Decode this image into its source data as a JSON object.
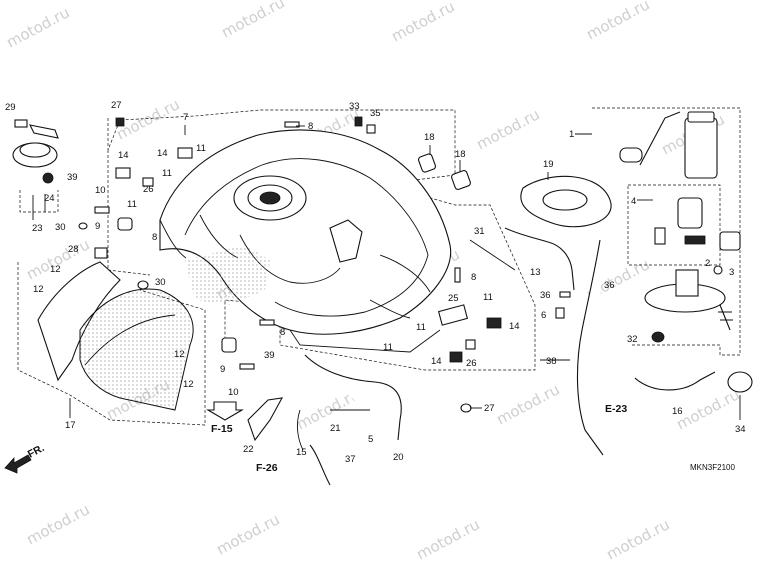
{
  "watermark": "motod.ru",
  "drawing_code": "MKN3F2100",
  "front_marker": "FR.",
  "refs": {
    "f15": "F-15",
    "f26": "F-26",
    "e23": "E-23"
  },
  "callouts": [
    "1",
    "2",
    "3",
    "4",
    "5",
    "6",
    "7",
    "8",
    "9",
    "10",
    "11",
    "12",
    "13",
    "14",
    "15",
    "16",
    "17",
    "18",
    "19",
    "20",
    "21",
    "22",
    "23",
    "24",
    "25",
    "26",
    "27",
    "28",
    "29",
    "30",
    "31",
    "32",
    "33",
    "34",
    "35",
    "36",
    "37",
    "38",
    "39"
  ]
}
